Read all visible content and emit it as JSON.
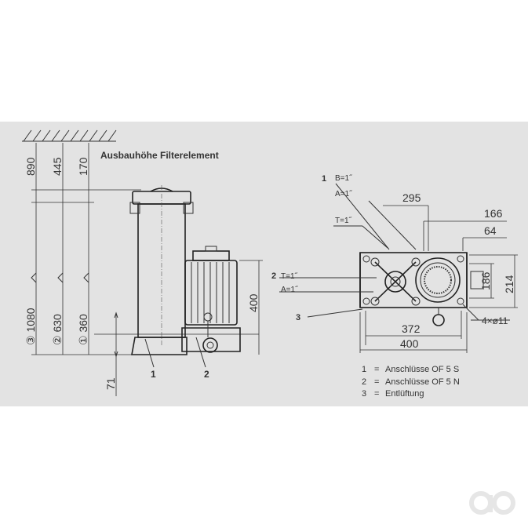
{
  "title": "Ausbauhöhe Filterelement",
  "side_view": {
    "top_dims": [
      "890",
      "445",
      "170"
    ],
    "height_dims": [
      "③ 1080",
      "② 630",
      "① 360"
    ],
    "dim_71": "71",
    "dim_400": "400",
    "callouts": [
      "1",
      "2"
    ]
  },
  "top_view": {
    "callout_1": "1",
    "callout_2": "2",
    "callout_3": "3",
    "b_label": "B=1˝",
    "a_label_top": "A=1˝",
    "t_label_top": "T=1˝",
    "t_label_side": "T=1˝",
    "a_label_side": "A=1˝",
    "dims": {
      "d295": "295",
      "d166": "166",
      "d64": "64",
      "d186": "186",
      "d214": "214",
      "d372": "372",
      "d400": "400",
      "holes": "4×ø11"
    }
  },
  "legend": [
    {
      "num": "1",
      "eq": "=",
      "text": "Anschlüsse OF 5 S"
    },
    {
      "num": "2",
      "eq": "=",
      "text": "Anschlüsse OF 5 N"
    },
    {
      "num": "3",
      "eq": "=",
      "text": "Entlüftung"
    }
  ],
  "logo_icon": "ao-logo-icon"
}
